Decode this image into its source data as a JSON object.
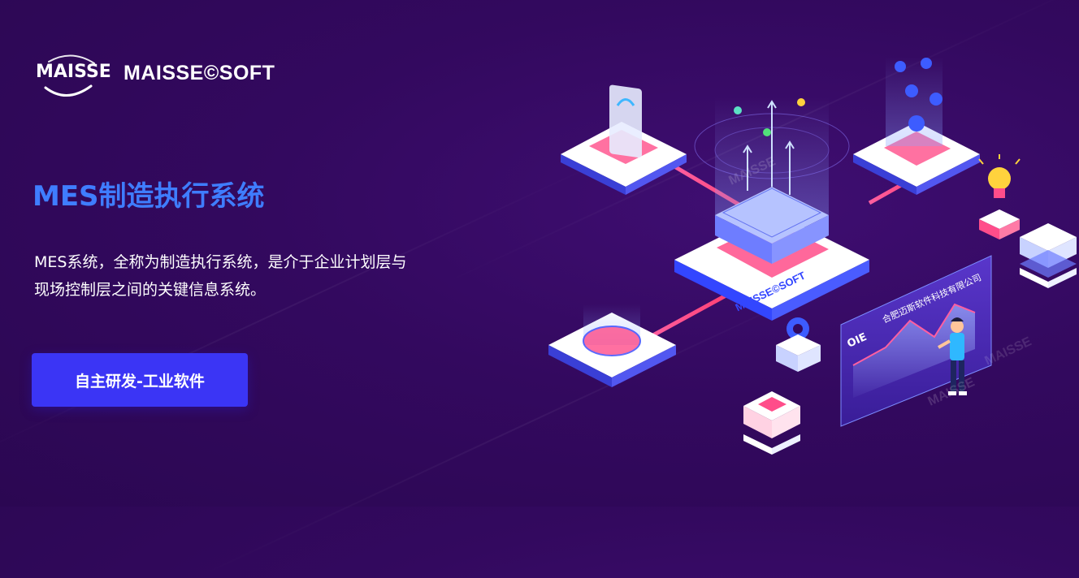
{
  "brand": {
    "mark_text": "MAISSE",
    "wordmark": "MAISSE©SOFT"
  },
  "hero": {
    "title": "MES制造执行系统",
    "description_lines": [
      "MES系统，全称为制造执行系统，是介于企业计划层与",
      "现场控制层之间的关键信息系统。"
    ],
    "cta_label": "自主研发-工业软件"
  },
  "illustration": {
    "platform_label": "MAISSE©SOFT",
    "screen_company": "合肥迈斯软件科技有限公司",
    "screen_badge": "OIE",
    "watermarks": [
      "MAISSE",
      "MAISSE",
      "MAISSE"
    ]
  },
  "colors": {
    "background": "#33095f",
    "title": "#3f7dff",
    "cta": "#3b35f5",
    "accent_pink": "#ff4d8a",
    "accent_blue": "#3346ff"
  }
}
